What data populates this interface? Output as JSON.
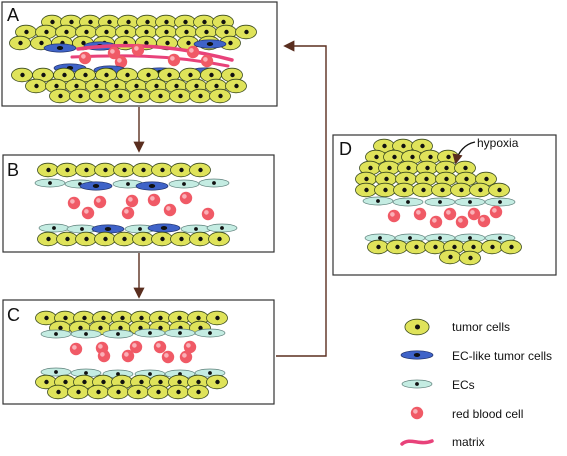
{
  "panels": {
    "a": {
      "letter": "A"
    },
    "b": {
      "letter": "B"
    },
    "c": {
      "letter": "C"
    },
    "d": {
      "letter": "D",
      "annotation": "hypoxia"
    }
  },
  "legend": {
    "items": [
      {
        "key": "tumor",
        "label": "tumor cells"
      },
      {
        "key": "ec_like",
        "label": "EC-like tumor cells"
      },
      {
        "key": "ec",
        "label": "ECs"
      },
      {
        "key": "rbc",
        "label": "red blood cell"
      },
      {
        "key": "matrix",
        "label": "matrix"
      }
    ]
  },
  "colors": {
    "tumor_fill": "#dfe35a",
    "tumor_stroke": "#3a4a1e",
    "ec_like_fill": "#3f63c8",
    "ec_fill": "#c4ece2",
    "ec_stroke": "#5d7f7a",
    "rbc_fill": "#f05a66",
    "rbc_highlight": "#fbc0c6",
    "matrix": "#e8427a",
    "nucleus": "#111111",
    "arrow": "#5a2e1f",
    "panel_border": "#333333"
  }
}
